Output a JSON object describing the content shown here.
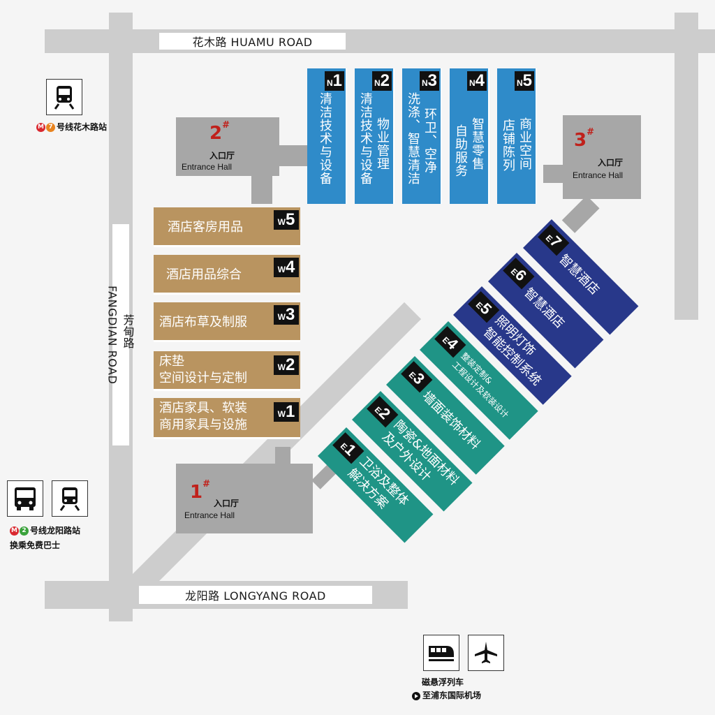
{
  "roads": {
    "huamu": "花木路   HUAMU ROAD",
    "longyang": "龙阳路   LONGYANG ROAD",
    "fangdian_cn": "芳甸路",
    "fangdian_en": "FANGDIAN ROAD"
  },
  "halls": [
    {
      "num": "1",
      "mark": "#",
      "cn": "入口厅",
      "en": "Entrance Hall"
    },
    {
      "num": "2",
      "mark": "#",
      "cn": "入口厅",
      "en": "Entrance Hall"
    },
    {
      "num": "3",
      "mark": "#",
      "cn": "入口厅",
      "en": "Entrance Hall"
    }
  ],
  "north": [
    {
      "letter": "N",
      "num": "1",
      "lines": [
        "清洁技术与设备"
      ]
    },
    {
      "letter": "N",
      "num": "2",
      "lines": [
        "清洁技术与设备",
        "物业管理"
      ]
    },
    {
      "letter": "N",
      "num": "3",
      "lines": [
        "洗涤、智慧清洁",
        "环卫、空净"
      ]
    },
    {
      "letter": "N",
      "num": "4",
      "lines": [
        "自助服务",
        "智慧零售"
      ]
    },
    {
      "letter": "N",
      "num": "5",
      "lines": [
        "店铺陈列",
        "商业空间"
      ]
    }
  ],
  "west": [
    {
      "letter": "W",
      "num": "5",
      "lines": [
        "酒店客房用品"
      ]
    },
    {
      "letter": "W",
      "num": "4",
      "lines": [
        "酒店用品综合"
      ]
    },
    {
      "letter": "W",
      "num": "3",
      "lines": [
        "酒店布草及制服"
      ]
    },
    {
      "letter": "W",
      "num": "2",
      "lines": [
        "床垫",
        "空间设计与定制"
      ]
    },
    {
      "letter": "W",
      "num": "1",
      "lines": [
        "酒店家具、软装",
        "商用家具与设施"
      ]
    }
  ],
  "east": [
    {
      "letter": "E",
      "num": "1",
      "lines": [
        "卫浴及整体",
        "解决方案"
      ]
    },
    {
      "letter": "E",
      "num": "2",
      "lines": [
        "陶瓷&地面材料",
        "及户外设计"
      ]
    },
    {
      "letter": "E",
      "num": "3",
      "lines": [
        "墙面装饰材料"
      ]
    },
    {
      "letter": "E",
      "num": "4",
      "lines": [
        "整装定制&",
        "工程设计及软装设计"
      ]
    },
    {
      "letter": "E",
      "num": "5",
      "lines": [
        "照明灯饰",
        "智能控制系统"
      ]
    },
    {
      "letter": "E",
      "num": "6",
      "lines": [
        "智慧酒店"
      ]
    },
    {
      "letter": "E",
      "num": "7",
      "lines": [
        "智慧酒店"
      ]
    }
  ],
  "colors": {
    "north": "#2f8bc9",
    "west": "#b99460",
    "east_teal": "#1f9486",
    "east_navy": "#28388a",
    "hall": "#a7a7a7",
    "road": "#cdcdcd"
  },
  "transit": {
    "line7": {
      "line_num": "7",
      "text": "号线花木路站",
      "color": "#e8831f",
      "icon": "metro-train-icon"
    },
    "line2": {
      "line_num": "2",
      "text": "号线龙阳路站",
      "color": "#3aa23b",
      "note": "换乘免费巴士",
      "icons": [
        "bus-icon",
        "metro-train-icon"
      ]
    },
    "maglev": {
      "text": "磁悬浮列车",
      "note": "至浦东国际机场",
      "icons": [
        "maglev-train-icon",
        "airplane-icon"
      ]
    }
  }
}
